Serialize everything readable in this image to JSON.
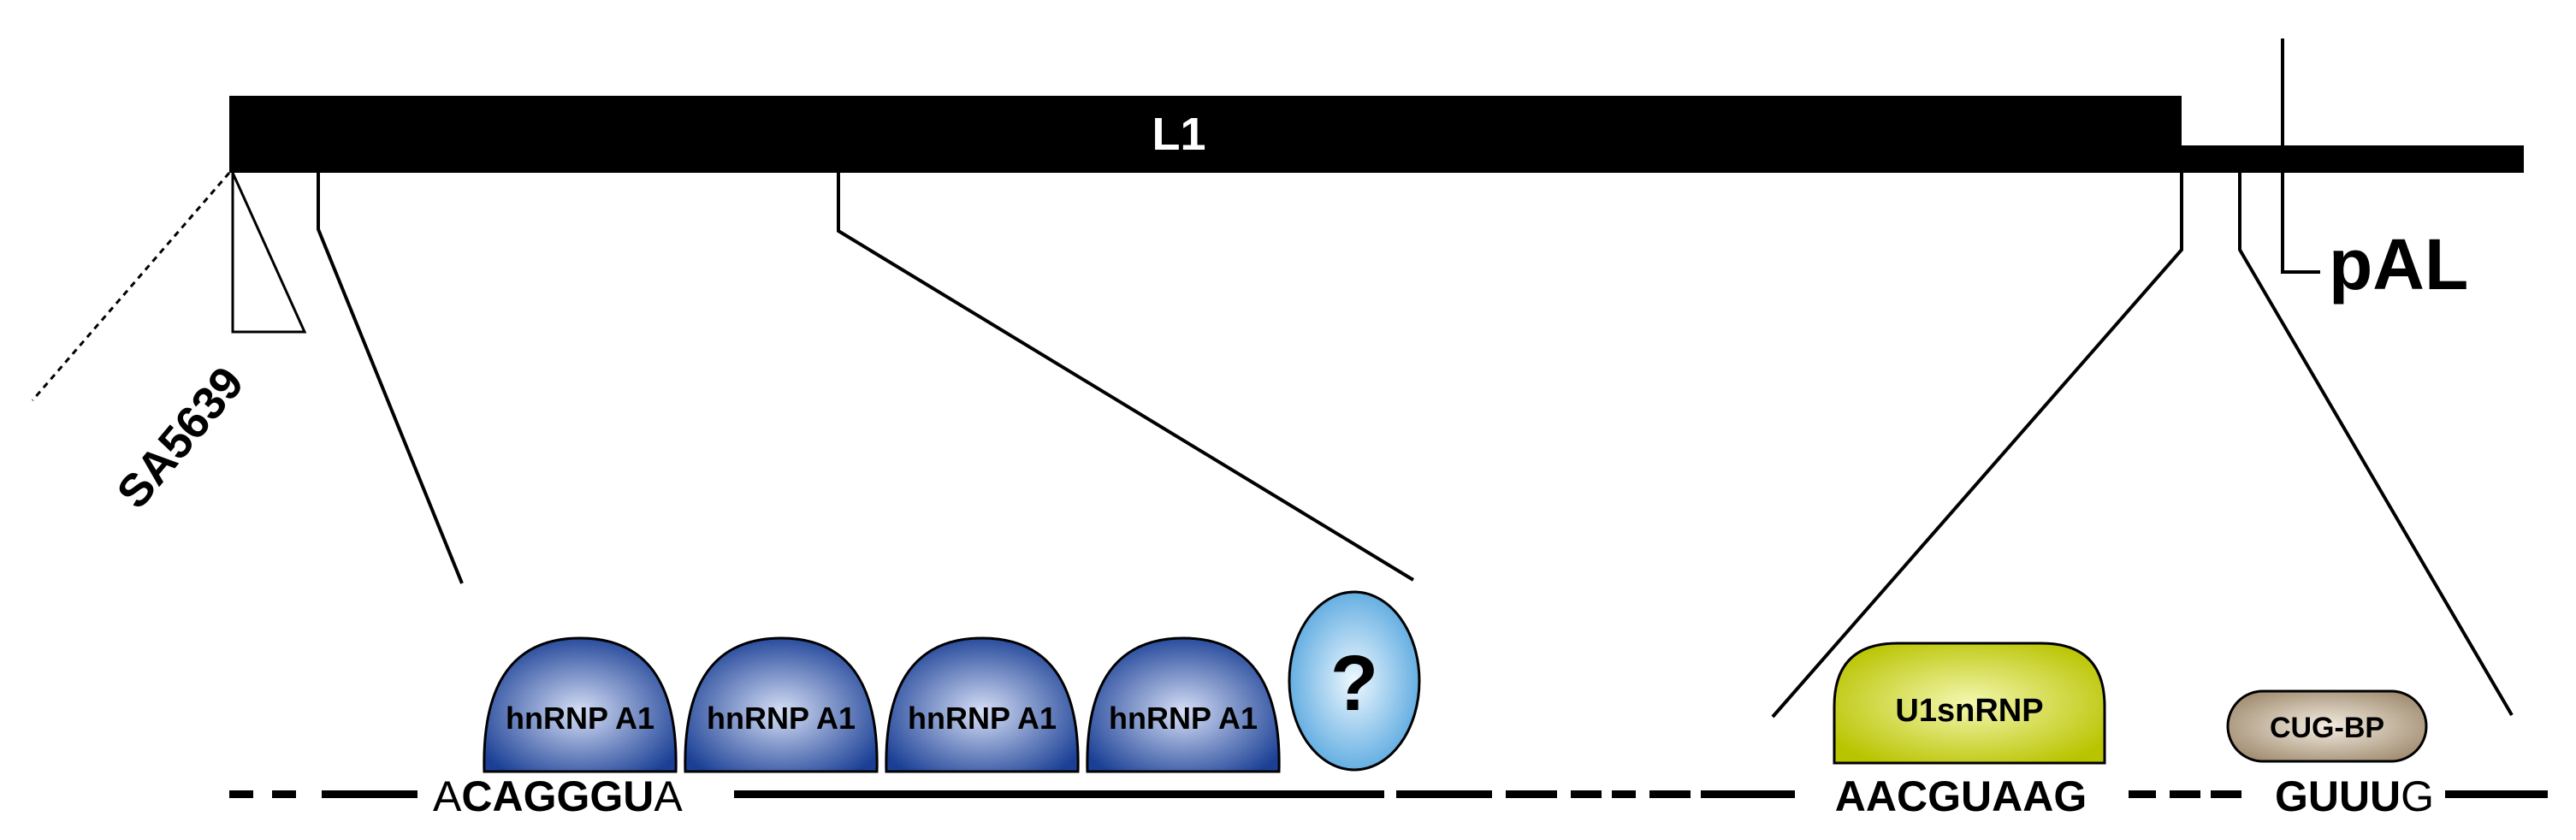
{
  "exon": {
    "label": "L1"
  },
  "labels": {
    "splice_acceptor": "SA5639",
    "polyadenylation": "pAL"
  },
  "sequences": {
    "left": {
      "prefix": "A",
      "core": "CAGGGU",
      "suffix": "A"
    },
    "middle": {
      "core": "AACGUAAG"
    },
    "right": {
      "core": "GUUU",
      "suffix": "G"
    }
  },
  "proteins": {
    "hnrnp": [
      "hnRNP A1",
      "hnRNP A1",
      "hnRNP A1",
      "hnRNP A1"
    ],
    "unknown": "?",
    "u1": "U1snRNP",
    "cug": "CUG-BP"
  },
  "colors": {
    "hnrnp_edge": "#1a3f95",
    "hnrnp_center": "#d5def5",
    "unknown_edge": "#4aa0dc",
    "unknown_center": "#eef8ff",
    "u1_edge": "#b9c400",
    "u1_center": "#f4f7b0",
    "cug_edge": "#a08c70",
    "cug_center": "#f3ece0"
  }
}
